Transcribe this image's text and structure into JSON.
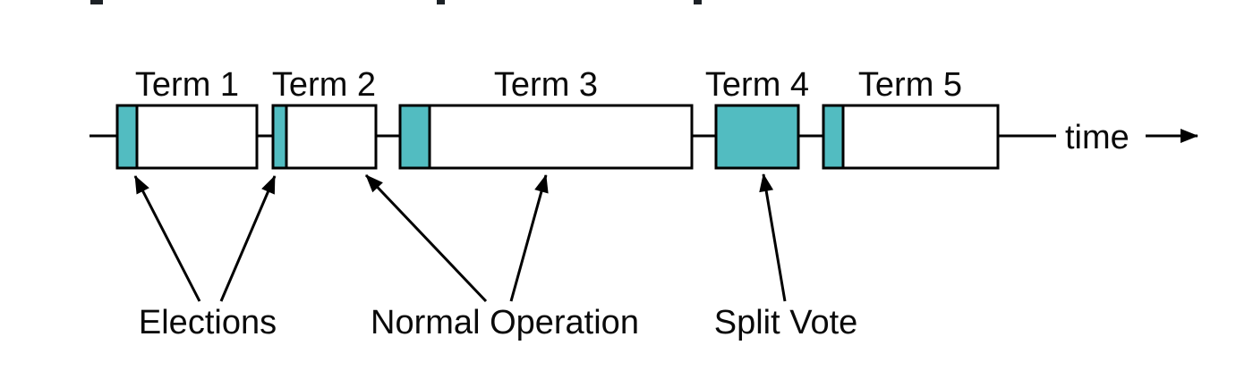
{
  "colors": {
    "election_teal": "#52bcc1",
    "stroke_black": "#000000",
    "background": "#ffffff",
    "cropped_mark_dark": "#1c2126"
  },
  "terms": [
    {
      "label": "Term 1"
    },
    {
      "label": "Term 2"
    },
    {
      "label": "Term 3"
    },
    {
      "label": "Term 4"
    },
    {
      "label": "Term 5"
    }
  ],
  "annotations": {
    "elections": "Elections",
    "normal_operation": "Normal Operation",
    "split_vote": "Split Vote"
  },
  "axis": {
    "time_label": "time"
  }
}
